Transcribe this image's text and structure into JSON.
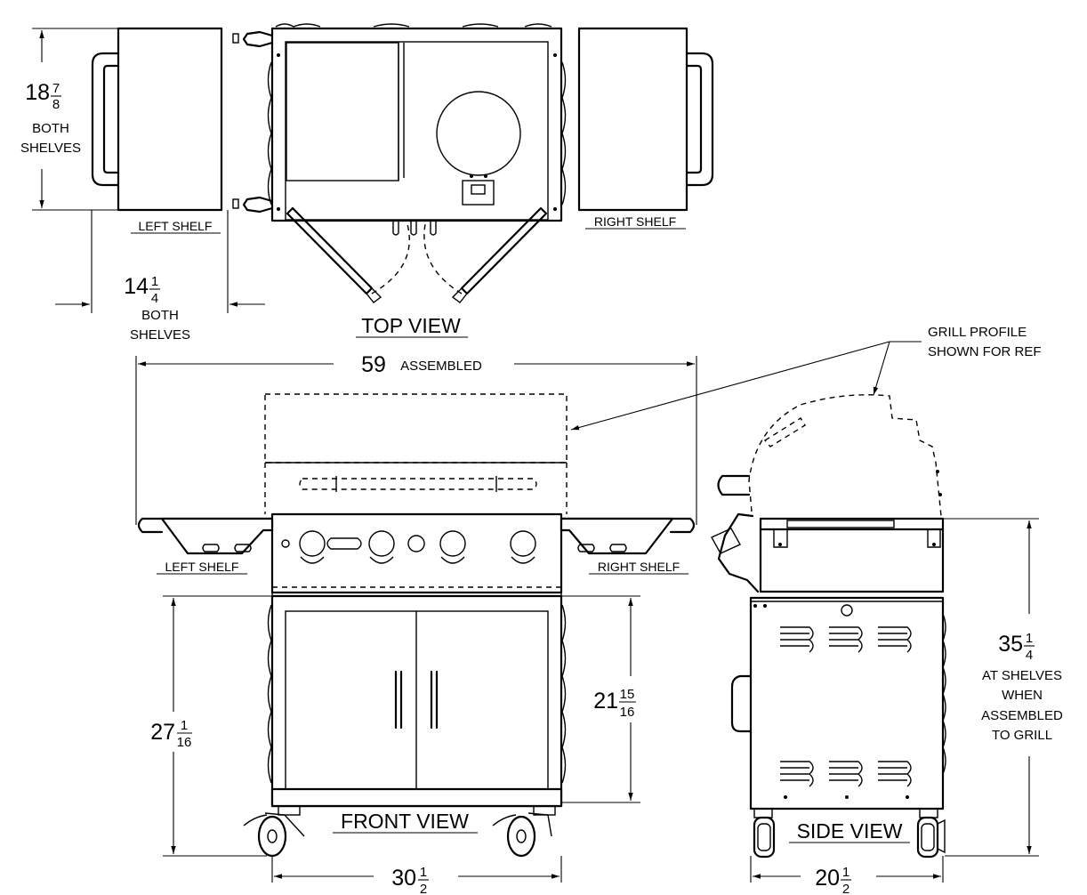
{
  "views": {
    "top": "TOP VIEW",
    "front": "FRONT VIEW",
    "side": "SIDE VIEW"
  },
  "labels": {
    "left_shelf": "LEFT SHELF",
    "right_shelf": "RIGHT SHELF",
    "note_line1": "GRILL PROFILE",
    "note_line2": "SHOWN FOR REF"
  },
  "dimensions": {
    "shelf_depth": {
      "whole": "18",
      "num": "7",
      "den": "8",
      "line1": "BOTH",
      "line2": "SHELVES"
    },
    "shelf_width": {
      "whole": "14",
      "num": "1",
      "den": "4",
      "line1": "BOTH",
      "line2": "SHELVES"
    },
    "assembled_width": {
      "value": "59",
      "suffix": "ASSEMBLED"
    },
    "cart_height": {
      "whole": "27",
      "num": "1",
      "den": "16"
    },
    "door_height": {
      "whole": "21",
      "num": "15",
      "den": "16"
    },
    "cart_width": {
      "whole": "30",
      "num": "1",
      "den": "2"
    },
    "cart_depth": {
      "whole": "20",
      "num": "1",
      "den": "2"
    },
    "shelf_height": {
      "whole": "35",
      "num": "1",
      "den": "4",
      "line1": "AT SHELVES",
      "line2": "WHEN",
      "line3": "ASSEMBLED",
      "line4": "TO GRILL"
    }
  }
}
